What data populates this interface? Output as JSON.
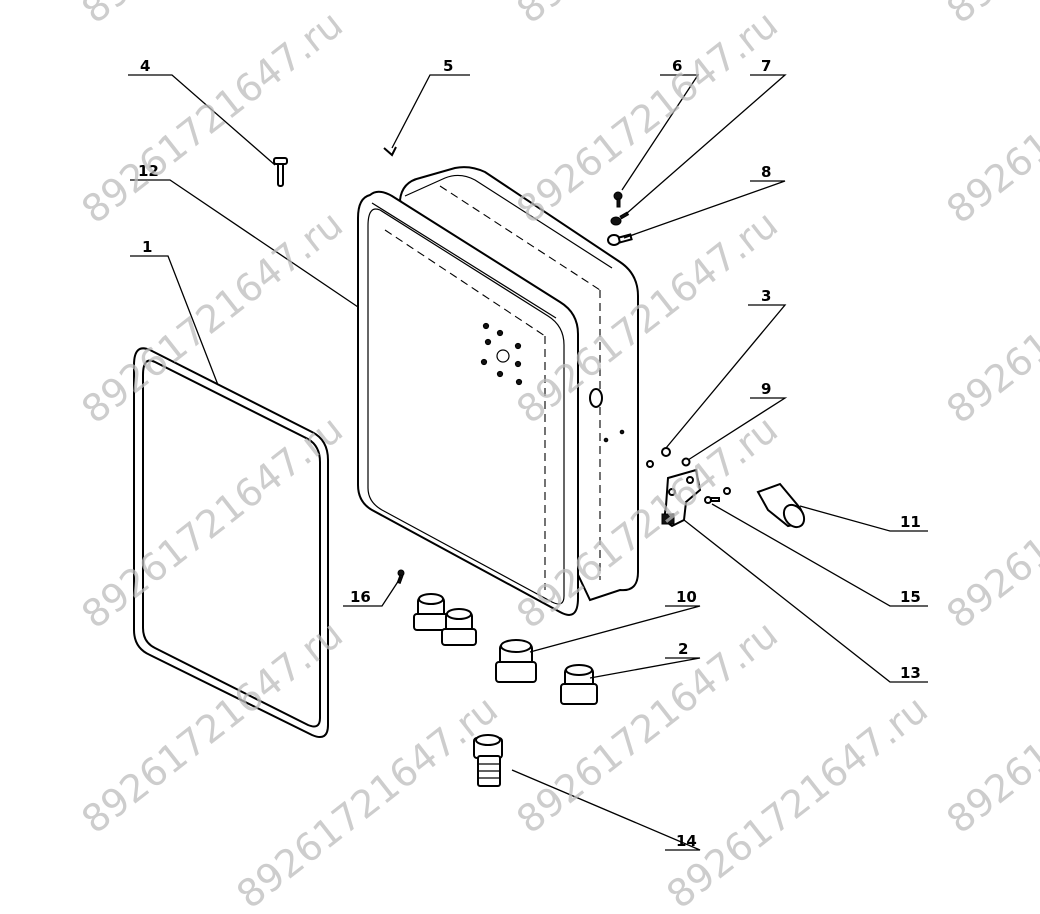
{
  "callouts": [
    "1",
    "2",
    "3",
    "4",
    "5",
    "6",
    "7",
    "8",
    "9",
    "10",
    "11",
    "12",
    "13",
    "14",
    "15",
    "16"
  ],
  "watermark_text": "89261721647.ru",
  "colors": {
    "line": "#000000",
    "background": "#ffffff",
    "watermark": "#bdbdbd"
  }
}
